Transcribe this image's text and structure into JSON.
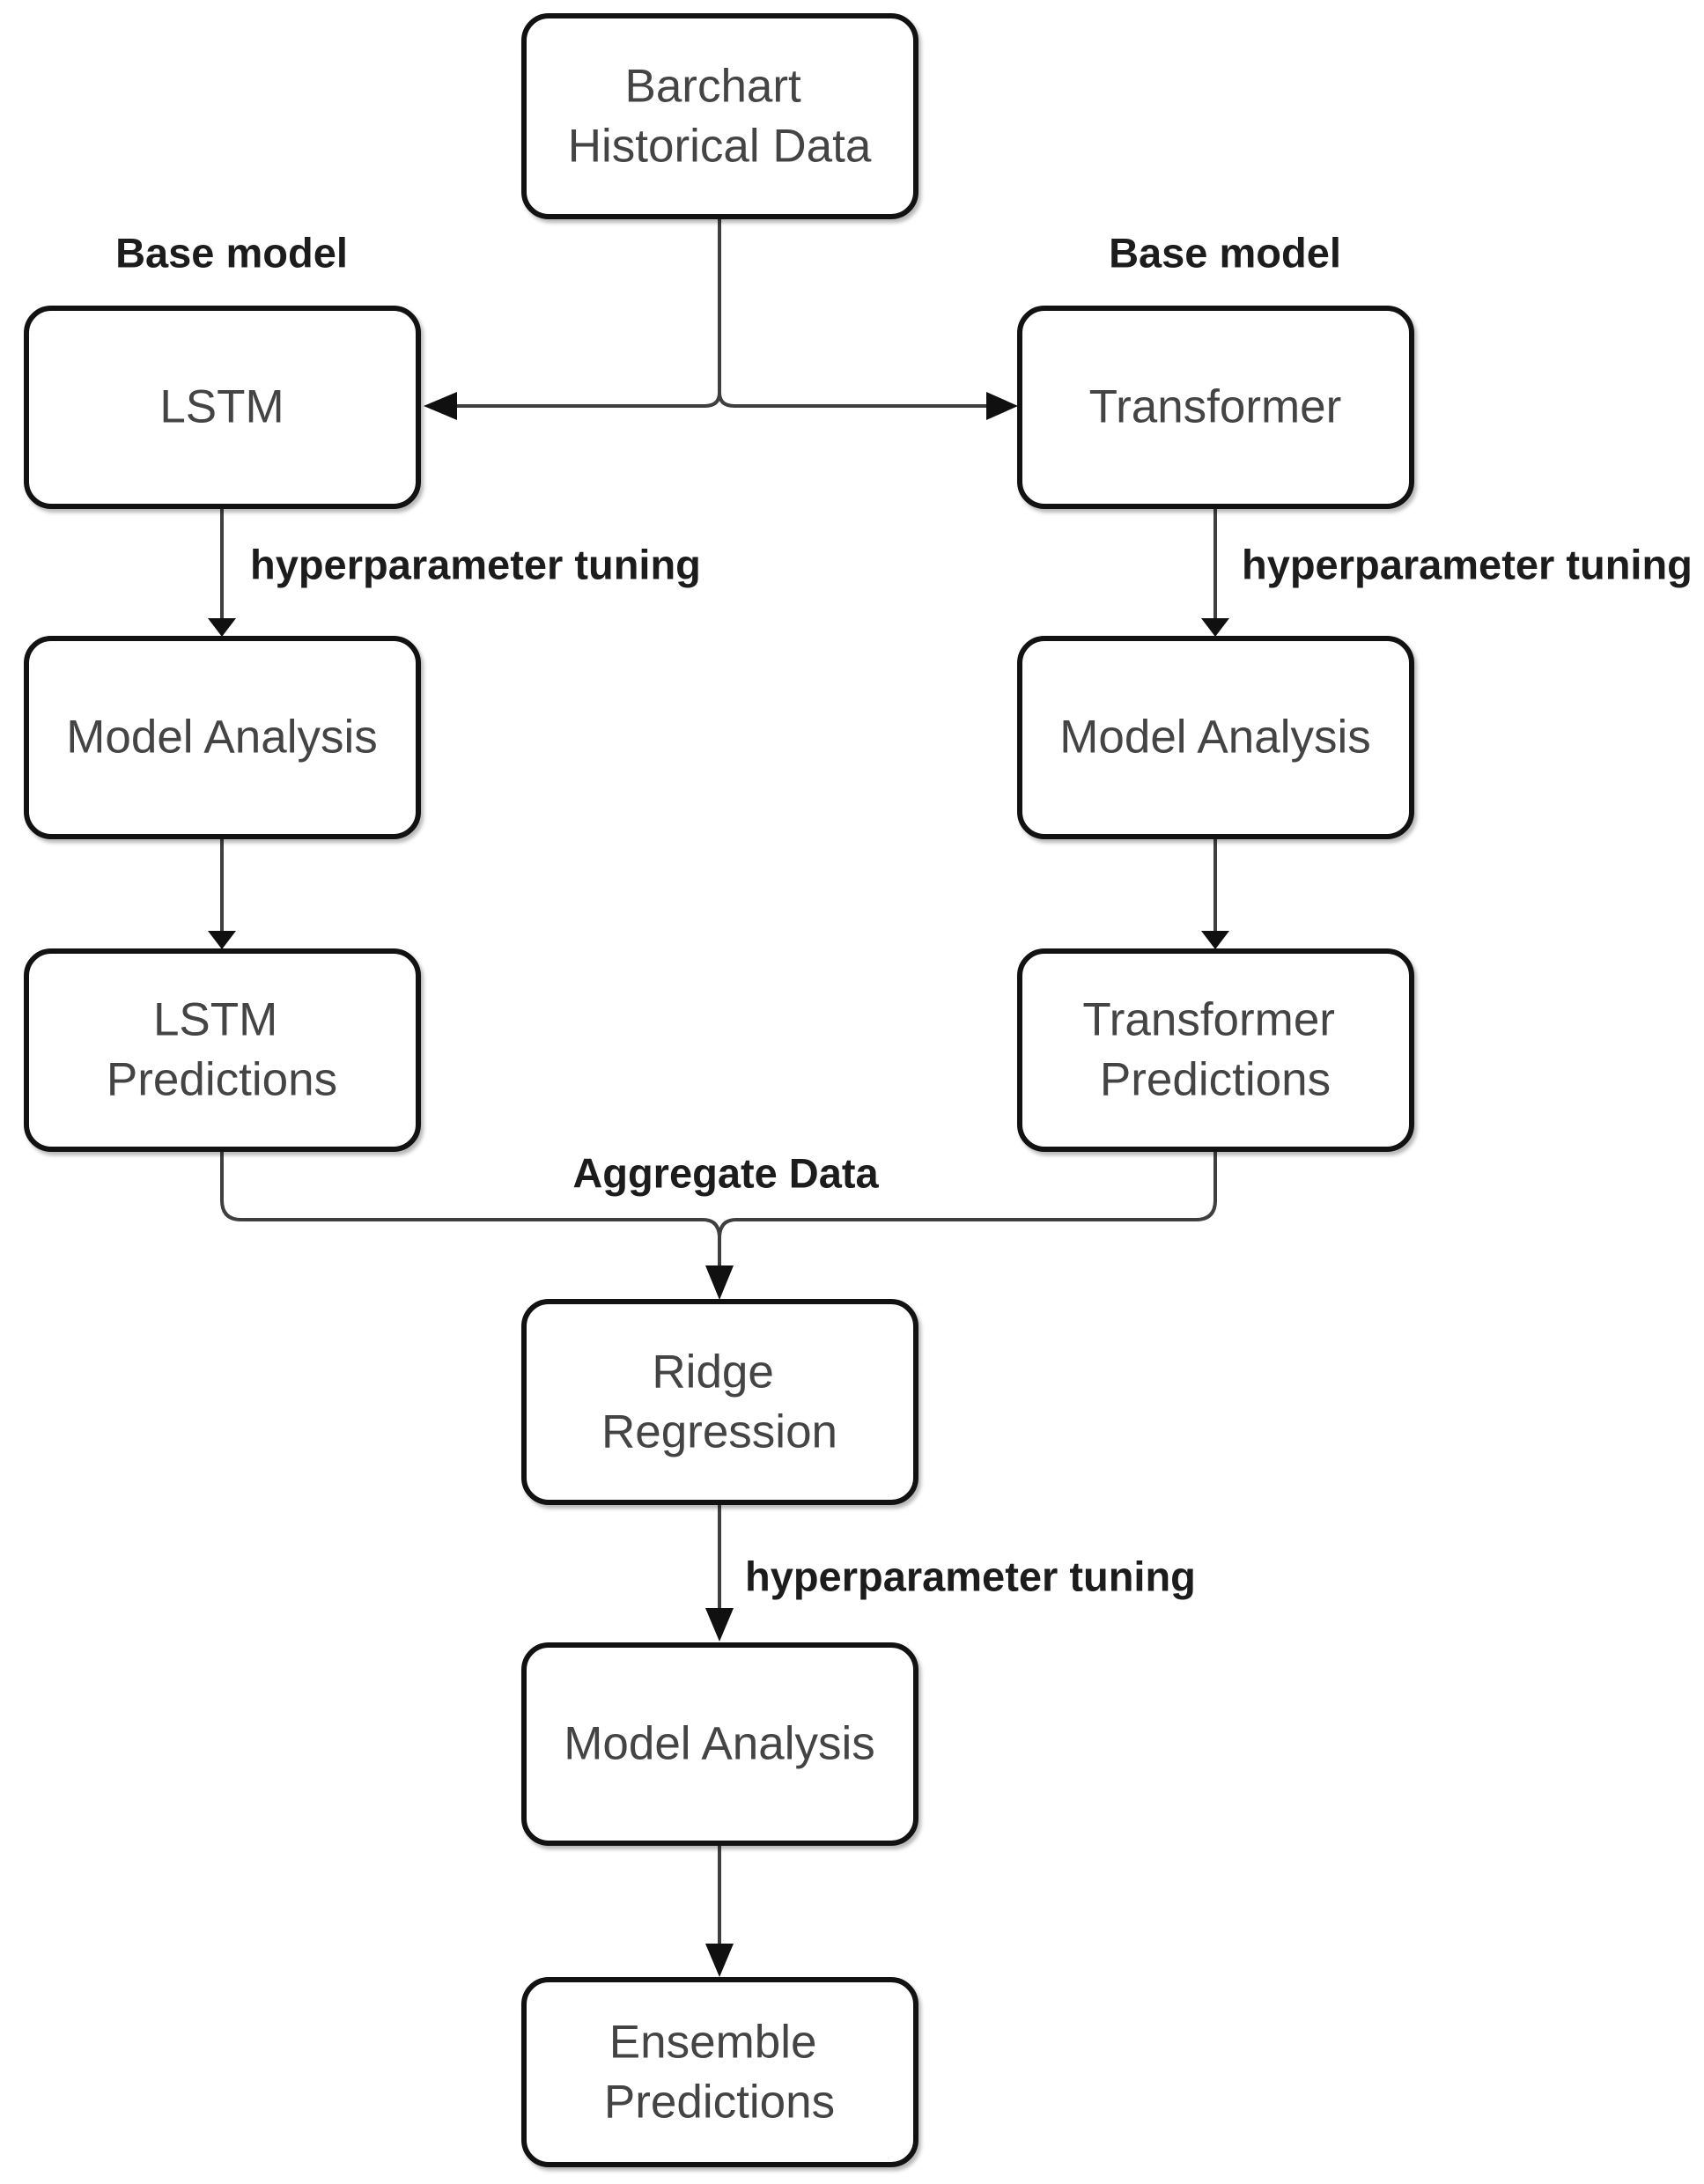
{
  "diagram": {
    "type": "flowchart",
    "nodes": {
      "barchart_historical_data": {
        "line1": "Barchart",
        "line2": "Historical Data"
      },
      "lstm": {
        "label": "LSTM"
      },
      "transformer": {
        "label": "Transformer"
      },
      "lstm_model_analysis": {
        "label": "Model Analysis"
      },
      "transformer_model_analysis": {
        "label": "Model Analysis"
      },
      "lstm_predictions": {
        "line1": "LSTM",
        "line2": "Predictions"
      },
      "transformer_predictions": {
        "line1": "Transformer",
        "line2": "Predictions"
      },
      "ridge_regression": {
        "line1": "Ridge",
        "line2": "Regression"
      },
      "ridge_model_analysis": {
        "label": "Model Analysis"
      },
      "ensemble_predictions": {
        "line1": "Ensemble",
        "line2": "Predictions"
      }
    },
    "edge_labels": {
      "base_model_left": "Base model",
      "base_model_right": "Base model",
      "hyperparameter_tuning_left": "hyperparameter tuning",
      "hyperparameter_tuning_right": "hyperparameter tuning",
      "aggregate_data": "Aggregate Data",
      "hyperparameter_tuning_bottom": "hyperparameter tuning"
    },
    "colors": {
      "background": "#ffffff",
      "box_fill": "#ffffff",
      "box_border": "#121212",
      "node_text": "#444444",
      "annotation_text": "#1c1c1c",
      "edge_line": "#3f3f3f",
      "arrowhead": "#101010"
    }
  }
}
